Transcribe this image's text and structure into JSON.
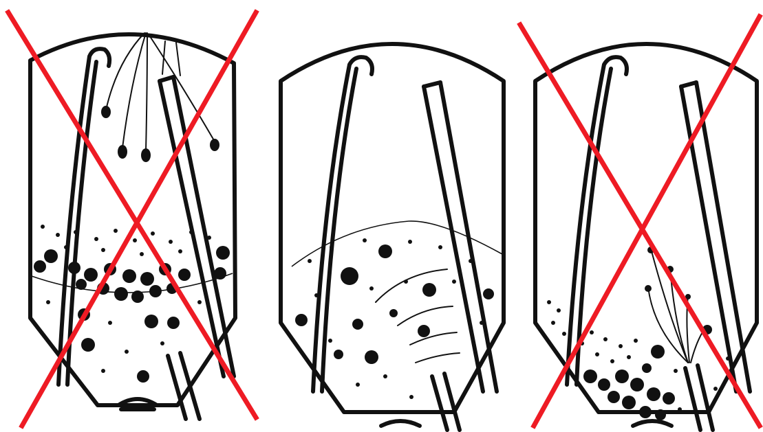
{
  "panels": [
    {
      "id": "left",
      "status": "rejected",
      "cross_color": "#ee1b24"
    },
    {
      "id": "middle",
      "status": "correct"
    },
    {
      "id": "right",
      "status": "rejected",
      "cross_color": "#ee1b24"
    }
  ]
}
